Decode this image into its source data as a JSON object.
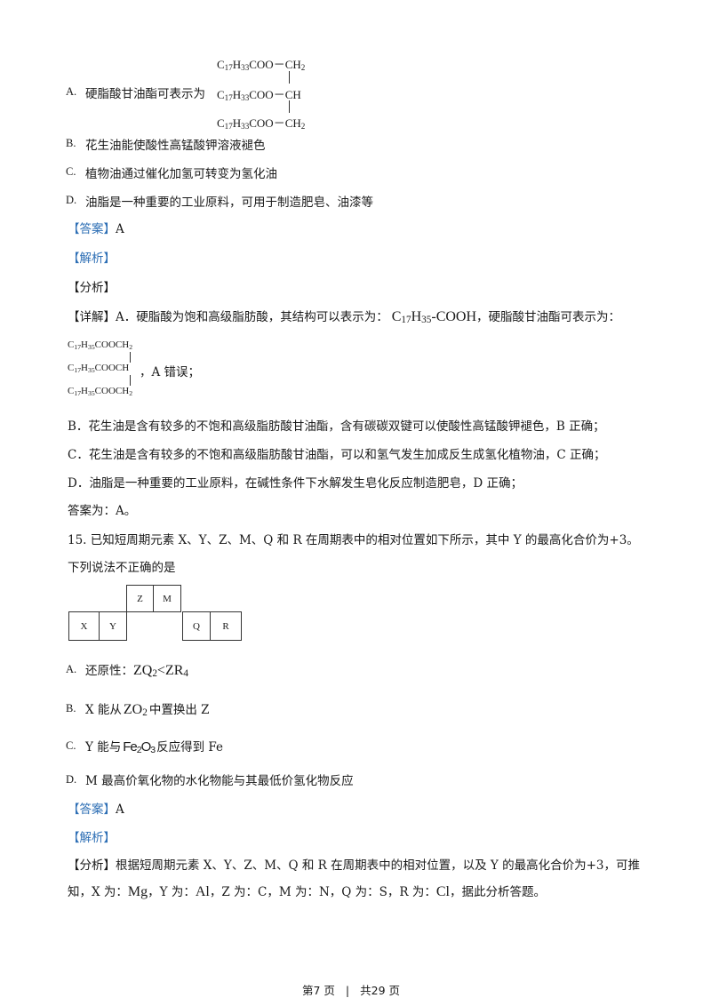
{
  "optionA": {
    "label": "A.",
    "text": "硬脂酸甘油酯可表示为",
    "row1": [
      "C",
      "17",
      "H",
      "33",
      "COO－CH",
      "2"
    ],
    "row2": [
      "C",
      "17",
      "H",
      "33",
      "COO－CH"
    ],
    "row3": [
      "C",
      "17",
      "H",
      "33",
      "COO－CH",
      "2"
    ]
  },
  "optionB": {
    "label": "B.",
    "text": "花生油能使酸性高锰酸钾溶液褪色"
  },
  "optionC": {
    "label": "C.",
    "text": "植物油通过催化加氢可转变为氢化油"
  },
  "optionD": {
    "label": "D.",
    "text": "油脂是一种重要的工业原料，可用于制造肥皂、油漆等"
  },
  "answer14": {
    "tag": "【答案】",
    "value": "A"
  },
  "jiexi14": "【解析】",
  "fenxi14": "【分析】",
  "detail": {
    "intro": "【详解】A．硬脂酸为饱和高级脂肪酸，其结构可以表示为：",
    "formula": [
      "C",
      "17",
      "H",
      "35",
      "-COOH"
    ],
    "after": "，硬脂酸甘油酯可表示为：",
    "small1": [
      "C",
      "17",
      "H",
      "35",
      "COOCH",
      "2"
    ],
    "small2": [
      "C",
      "17",
      "H",
      "35",
      "COOCH"
    ],
    "small3": [
      "C",
      "17",
      "H",
      "35",
      "COOCH",
      "2"
    ],
    "a_wrong": "，A 错误；",
    "b": "B．花生油是含有较多的不饱和高级脂肪酸甘油酯，含有碳碳双键可以使酸性高锰酸钾褪色，B 正确；",
    "c": "C．花生油是含有较多的不饱和高级脂肪酸甘油酯，可以和氢气发生加成反生成氢化植物油，C 正确；",
    "d": "D．油脂是一种重要的工业原料，在碱性条件下水解发生皂化反应制造肥皂，D 正确；",
    "conclusion": "答案为：A。"
  },
  "q15": {
    "number": "15.",
    "line1": "已知短周期元素 X、Y、Z、M、Q 和 R 在周期表中的相对位置如下所示，其中 Y 的最高化合价为+3。",
    "line2": "下列说法不正确的是",
    "table": {
      "top": [
        "Z",
        "M"
      ],
      "bottom_left": [
        "X",
        "Y"
      ],
      "bottom_right": [
        "Q",
        "R"
      ]
    },
    "optA": {
      "label": "A.",
      "text": "还原性：",
      "f1": [
        "ZQ",
        "2"
      ],
      "lt": "<",
      "f2": [
        "ZR",
        "4"
      ]
    },
    "optB": {
      "label": "B.",
      "pre": "X 能从",
      "f": [
        "ZO",
        "2"
      ],
      "post": "中置换出 Z"
    },
    "optC": {
      "label": "C.",
      "pre": "Y 能与",
      "f": [
        "Fe",
        "2",
        "O",
        "3"
      ],
      "post": "反应得到 Fe"
    },
    "optD": {
      "label": "D.",
      "text": "M 最高价氧化物的水化物能与其最低价氢化物反应"
    },
    "answer": {
      "tag": "【答案】",
      "value": "A"
    },
    "jiexi": "【解析】",
    "fenxi": {
      "line1": "【分析】根据短周期元素 X、Y、Z、M、Q 和 R 在周期表中的相对位置，以及 Y 的最高化合价为+3，可推",
      "l2a": "知，X 为：",
      "mg": "Mg",
      "l2b": "，Y 为：",
      "al": "Al",
      "l2c": "，Z 为：C，M 为：N，Q 为：S，R 为：",
      "cl": "Cl",
      "l2d": "，据此分析答题。"
    }
  },
  "footer": {
    "left": "第7 页",
    "sep": "|",
    "right": "共29 页"
  }
}
